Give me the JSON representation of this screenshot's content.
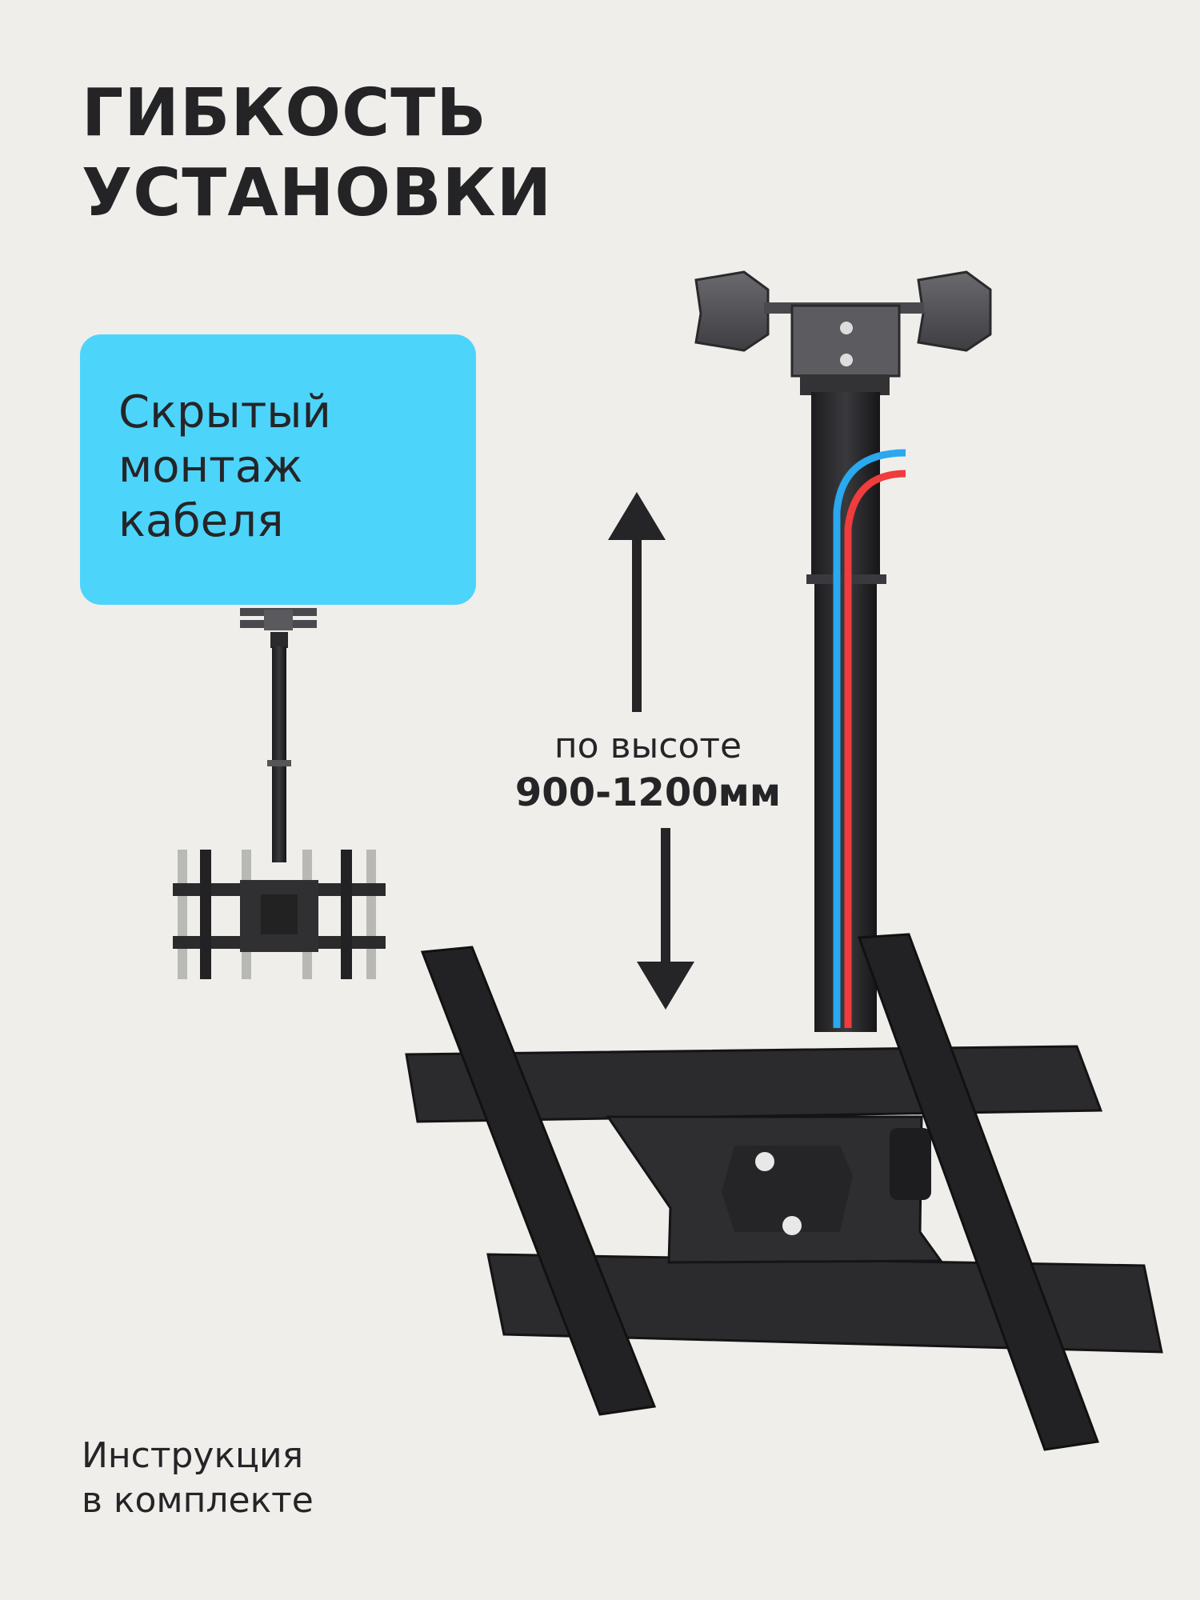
{
  "title": {
    "line1": "ГИБКОСТЬ",
    "line2": "УСТАНОВКИ"
  },
  "callout": {
    "line1": "Скрытый",
    "line2": "монтаж",
    "line3": "кабеля",
    "background_color": "#4dd4fb"
  },
  "height_range": {
    "line1": "по высоте",
    "line2": "900-1200мм"
  },
  "footer": {
    "line1": "Инструкция",
    "line2": "в комплекте"
  },
  "icons": [
    "up-arrow-icon",
    "down-arrow-icon"
  ],
  "colors": {
    "background": "#efeeea",
    "text": "#252528",
    "cable_blue": "#2aa8f0",
    "cable_red": "#f03c3c",
    "metal": "#2b2b2e"
  }
}
